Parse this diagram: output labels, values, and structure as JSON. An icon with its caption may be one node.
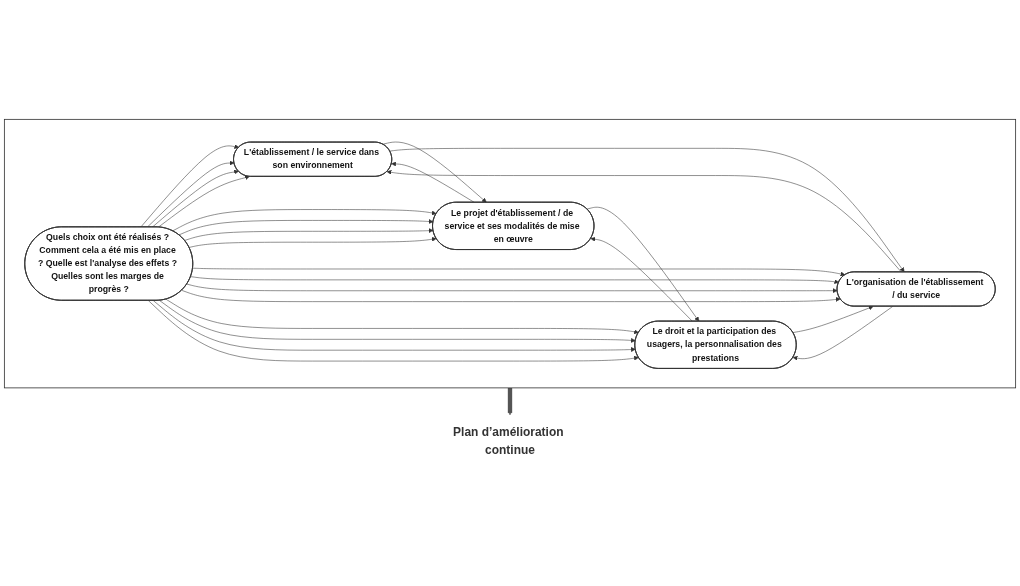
{
  "diagram": {
    "nodes": [
      {
        "text": [],
        "shape": "box"
      },
      {
        "text": [
          "L'établissement / le service dans son environnement"
        ],
        "in": 0
      },
      {
        "text": [
          "Le projet d'établissement / de service et ses modalités de mise en œuvre"
        ],
        "in": 0
      },
      {
        "text": [
          "Quels choix ont été réalisés ? Comment cela a été mis en place ? Quelle est l'analyse des effets ? Quelles sont les marges de progrès ?"
        ],
        "in": 0
      },
      {
        "text": [
          "L'organisation de l'établissement / du service"
        ],
        "in": 0
      },
      {
        "text": [
          "Le droit et la participation des usagers, la personnalisation des prestations"
        ],
        "in": 0
      },
      {
        "text": [
          "Plan d’amélioration continue"
        ]
      }
    ],
    "edges": [
      {
        "from": 2,
        "to": 1,
        "arrow": "to"
      },
      {
        "from": 1,
        "to": 2,
        "arrow": "to"
      },
      {
        "from": 1,
        "to": 4,
        "arrow": "to"
      },
      {
        "from": 4,
        "to": 1,
        "arrow": "to"
      },
      {
        "from": 3,
        "to": 1,
        "arrow": "to"
      },
      {
        "from": 3,
        "to": 1,
        "arrow": "to"
      },
      {
        "from": 3,
        "to": 1,
        "arrow": "to"
      },
      {
        "from": 3,
        "to": 1,
        "arrow": "to"
      },
      {
        "from": 3,
        "to": 2,
        "arrow": "to"
      },
      {
        "from": 3,
        "to": 2,
        "arrow": "to"
      },
      {
        "from": 3,
        "to": 2,
        "arrow": "to"
      },
      {
        "from": 3,
        "to": 2,
        "arrow": "to"
      },
      {
        "from": 3,
        "to": 4,
        "arrow": "to"
      },
      {
        "from": 3,
        "to": 4,
        "arrow": "to"
      },
      {
        "from": 3,
        "to": 4,
        "arrow": "to"
      },
      {
        "from": 3,
        "to": 4,
        "arrow": "to"
      },
      {
        "from": 3,
        "to": 5,
        "arrow": "to"
      },
      {
        "from": 3,
        "to": 5,
        "arrow": "to"
      },
      {
        "from": 3,
        "to": 5,
        "arrow": "to"
      },
      {
        "from": 3,
        "to": 5,
        "arrow": "to"
      },
      {
        "from": 5,
        "to": 2,
        "arrow": "to"
      },
      {
        "from": 2,
        "to": 5,
        "arrow": "to"
      },
      {
        "from": 5,
        "to": 4,
        "arrow": "to"
      },
      {
        "from": 4,
        "to": 5,
        "arrow": "to"
      },
      {
        "from": 0,
        "to": 6,
        "arrow": "to",
        "style": "thick",
        "color": "#555555"
      }
    ]
  }
}
